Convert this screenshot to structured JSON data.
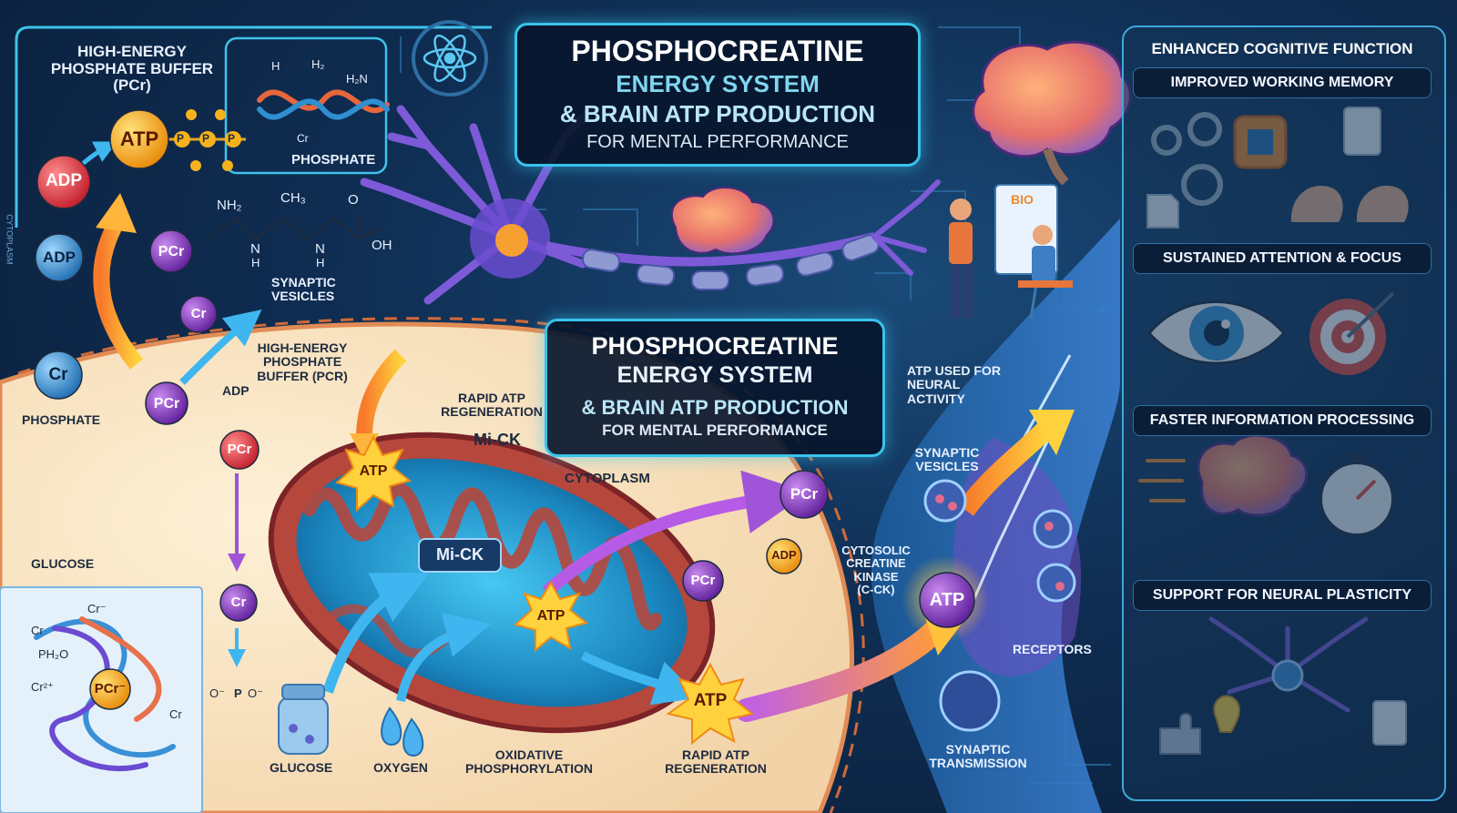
{
  "title_top": {
    "line1": "PHOSPHOCREATINE",
    "line2": "ENERGY SYSTEM",
    "line3": "& BRAIN ATP PRODUCTION",
    "line4": "FOR MENTAL PERFORMANCE"
  },
  "title_mid": {
    "line1": "PHOSPHOCREATINE",
    "line2": "ENERGY SYSTEM",
    "line3": "& BRAIN ATP PRODUCTION",
    "line4": "FOR MENTAL PERFORMANCE"
  },
  "topleft": {
    "buffer_line1": "HIGH-ENERGY",
    "buffer_line2": "PHOSPHATE BUFFER",
    "buffer_line3": "(PCr)",
    "phosphate": "PHOSPHATE"
  },
  "molecules": {
    "atp": "ATP",
    "adp": "ADP",
    "pcr": "PCr",
    "cr": "Cr",
    "h2": "H₂",
    "h2n": "H₂N",
    "h": "H",
    "nh2": "NH₂",
    "ch3": "CH₃",
    "o": "O",
    "oh": "OH",
    "n": "N",
    "ph2o": "PH₂O",
    "cr_minus": "Cr⁻",
    "cr2plus": "Cr²⁺",
    "pcr_minus": "PCr⁻",
    "p": "P",
    "o_minus": "O⁻",
    "cytoplasm_vertical": "CYTOPLASM"
  },
  "labels": {
    "synaptic_vesicles_left": "SYNAPTIC\nVESICLES",
    "buffer_mid": "HIGH-ENERGY\nPHOSPHATE\nBUFFER (PCr)",
    "adp_mid": "ADP",
    "phosphate_left": "PHOSPHATE",
    "glucose_left": "GLUCOSE",
    "rapid_atp_top": "RAPID ATP\nREGENERATION",
    "mick_top": "Mi-CK",
    "cytoplasm": "CYTOPLASM",
    "mick_center": "Mi-CK",
    "atp_used": "ATP USED FOR\nNEURAL\nACTIVITY",
    "synaptic_vesicles_right": "SYNAPTIC\nVESICLES",
    "cytosolic_ck": "CYTOSOLIC\nCREATINE\nKINASE\n(C-CK)",
    "receptors": "RECEPTORS",
    "synaptic_transmission": "SYNAPTIC\nTRANSMISSION",
    "glucose_bottom": "GLUCOSE",
    "oxygen_bottom": "OXYGEN",
    "oxphos": "OXIDATIVE\nPHOSPHORYLATION",
    "rapid_atp_bottom": "RAPID ATP\nREGENERATION",
    "bio_card": "BIO"
  },
  "panel": {
    "header": "ENHANCED COGNITIVE FUNCTION",
    "items": [
      "IMPROVED WORKING MEMORY",
      "SUSTAINED ATTENTION & FOCUS",
      "FASTER INFORMATION PROCESSING",
      "SUPPORT FOR NEURAL PLASTICITY"
    ]
  },
  "colors": {
    "atp": "#f6b21c",
    "adp": "#e4424d",
    "pcr": "#8a3fc9",
    "cr": "#2f88cf",
    "accent": "#39c3ea",
    "background": "#0f2d52"
  }
}
